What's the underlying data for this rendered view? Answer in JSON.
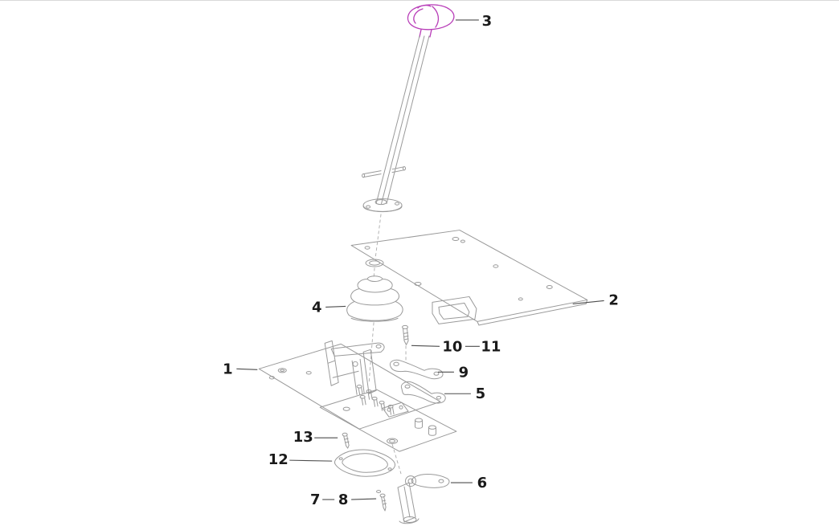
{
  "figure": {
    "kind": "exploded-parts-diagram",
    "background_color": "#ffffff",
    "line_color": "#9a9a9a",
    "leader_color": "#4d4d4d",
    "label_color": "#1a1a1a",
    "highlight_color": "#b83db8",
    "callouts": {
      "p1": "1",
      "p2": "2",
      "p3": "3",
      "p4": "4",
      "p5": "5",
      "p6": "6",
      "p7": "7",
      "p8": "8",
      "p9": "9",
      "p10": "10",
      "p11": "11",
      "p12": "12",
      "p13": "13"
    }
  }
}
